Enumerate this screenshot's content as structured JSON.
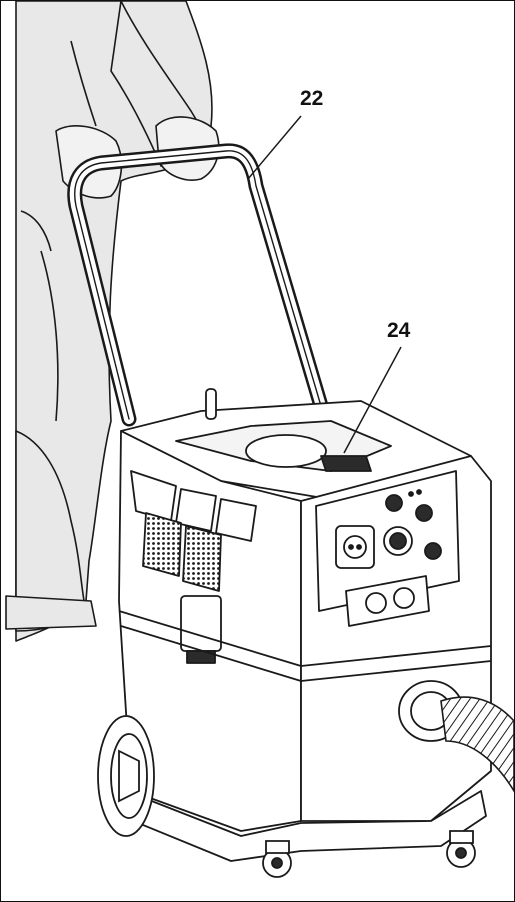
{
  "callouts": [
    {
      "id": "22",
      "text": "22"
    },
    {
      "id": "24",
      "text": "24"
    }
  ],
  "colors": {
    "line": "#1a1a1a",
    "person_fill": "#e8e8e8",
    "machine_fill": "#ffffff",
    "dark_fill": "#2b2b2b"
  },
  "icons": [
    "handle-icon",
    "vacuum-cleaner-icon",
    "hose-icon",
    "socket-icon"
  ]
}
